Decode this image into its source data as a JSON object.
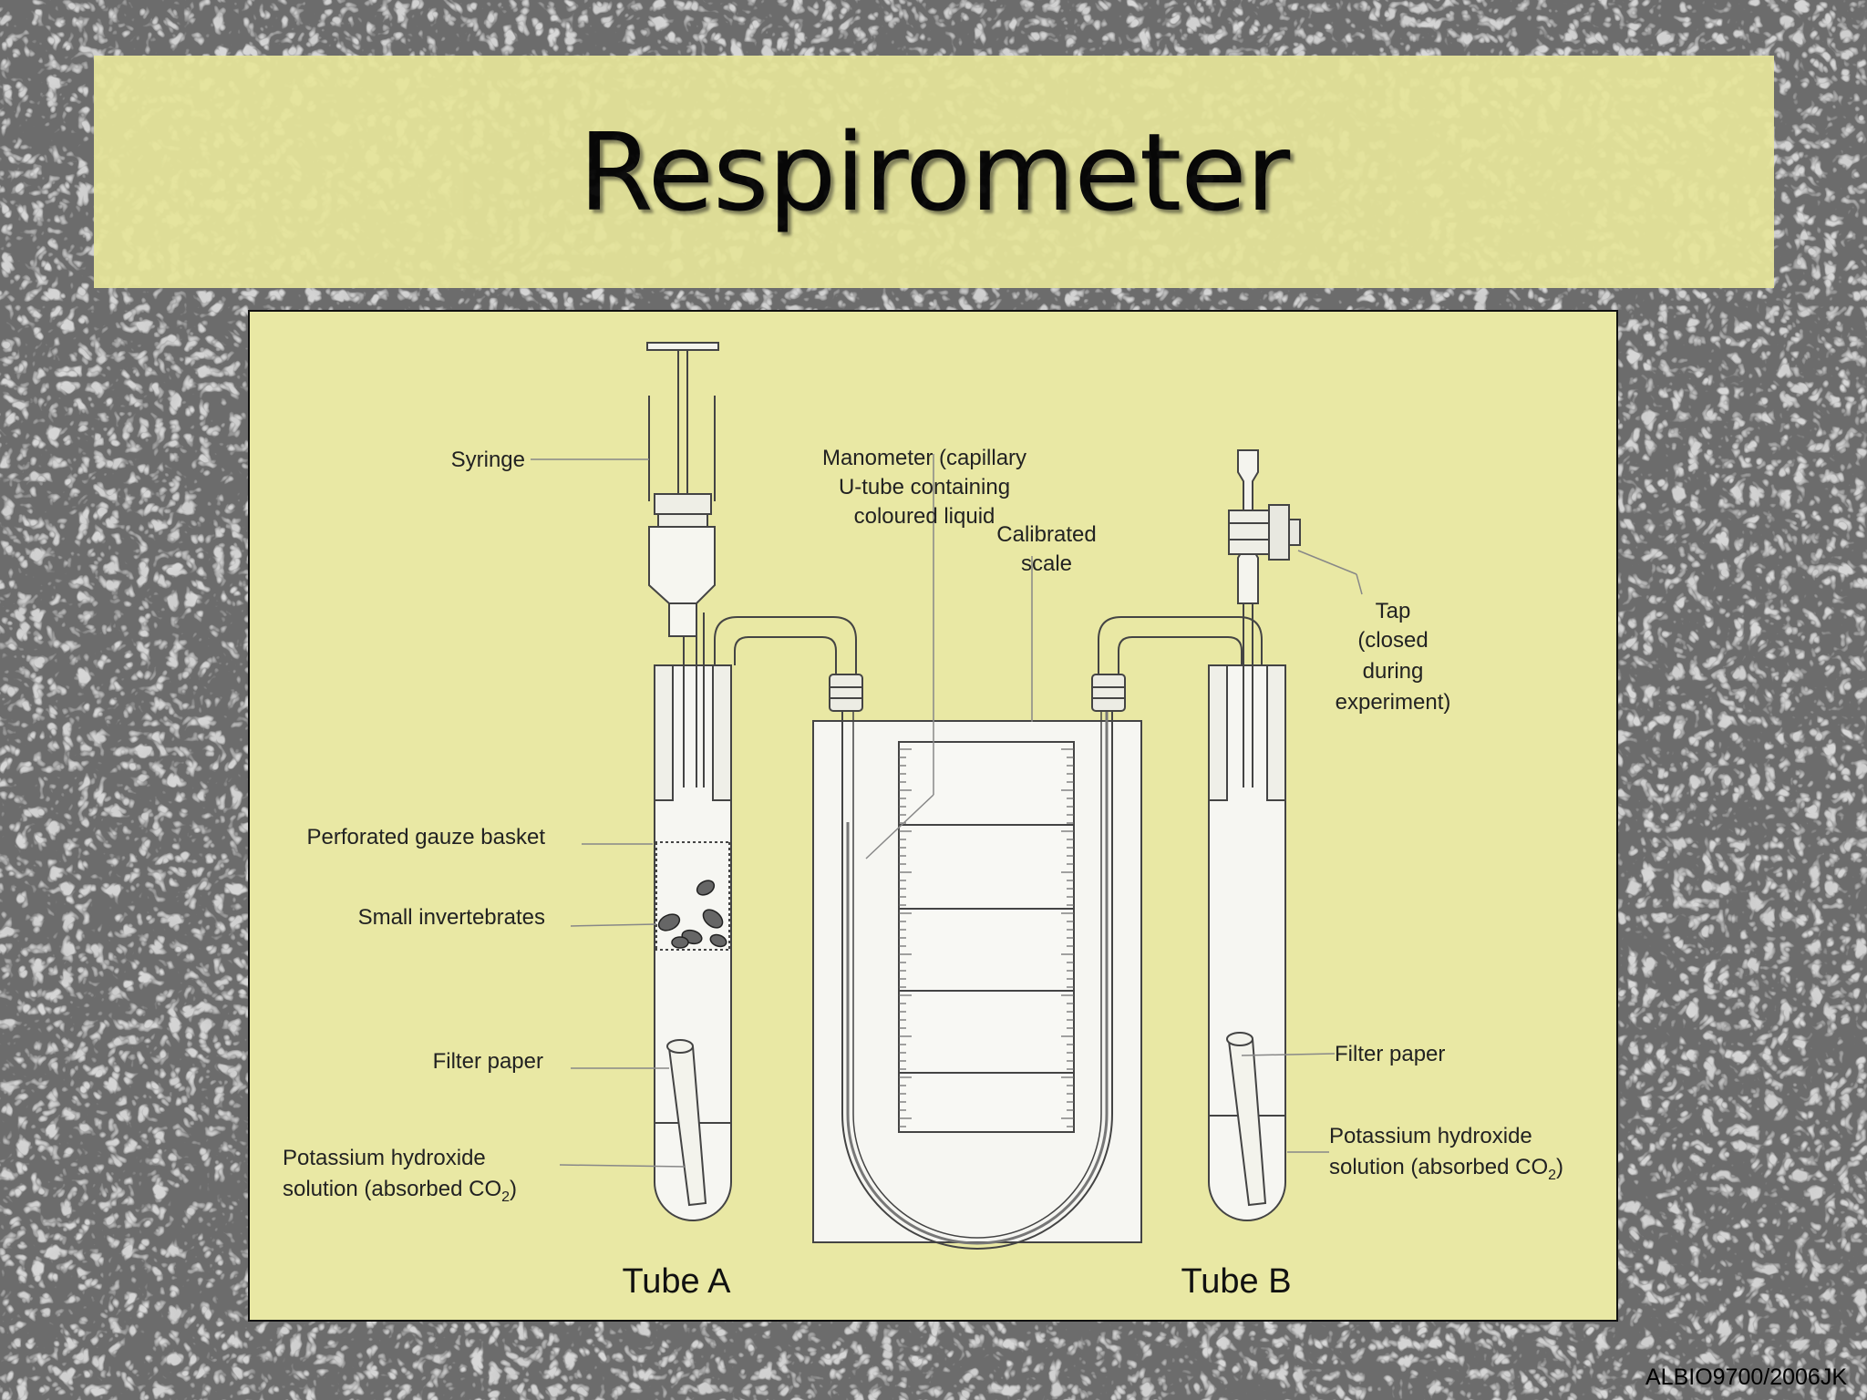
{
  "slide": {
    "title": "Respirometer",
    "credit": "ALBIO9700/2006JK"
  },
  "diagram": {
    "labels": {
      "syringe": "Syringe",
      "manometer_line1": "Manometer (capillary",
      "manometer_line2": "U-tube containing",
      "manometer_line3": "coloured liquid",
      "scale_line1": "Calibrated",
      "scale_line2": "scale",
      "tap_line1": "Tap",
      "tap_line2": "(closed",
      "tap_line3": "during",
      "tap_line4": "experiment)",
      "gauze": "Perforated gauze basket",
      "invertebrates": "Small invertebrates",
      "filter_a": "Filter paper",
      "koh_a_line1": "Potassium hydroxide",
      "koh_a_line2": "solution (absorbed CO",
      "filter_b": "Filter paper",
      "koh_b_line1": "Potassium hydroxide",
      "koh_b_line2": "solution (absorbed CO",
      "subscript": "2",
      "close_paren": ")",
      "tube_a": "Tube A",
      "tube_b": "Tube B"
    }
  },
  "colors": {
    "band": "#e6e59a",
    "panel": "#e9e8a4",
    "line": "#444444"
  }
}
